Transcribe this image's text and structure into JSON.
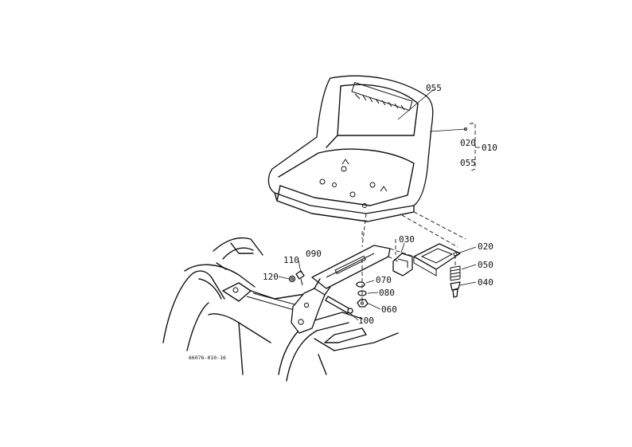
{
  "diagram": {
    "drawing_code": "66076-010-16",
    "parts": {
      "seat_label_top": "055",
      "group_020": "020",
      "group_055": "055",
      "group_010": "010",
      "bracket_030": "030",
      "plate_020": "020",
      "spring_050": "050",
      "bolt_040": "040",
      "frame_090": "090",
      "bolt_110": "110",
      "nut_120": "120",
      "washer_070": "070",
      "washer_080": "080",
      "nut_060": "060",
      "pin_100": "100"
    }
  }
}
